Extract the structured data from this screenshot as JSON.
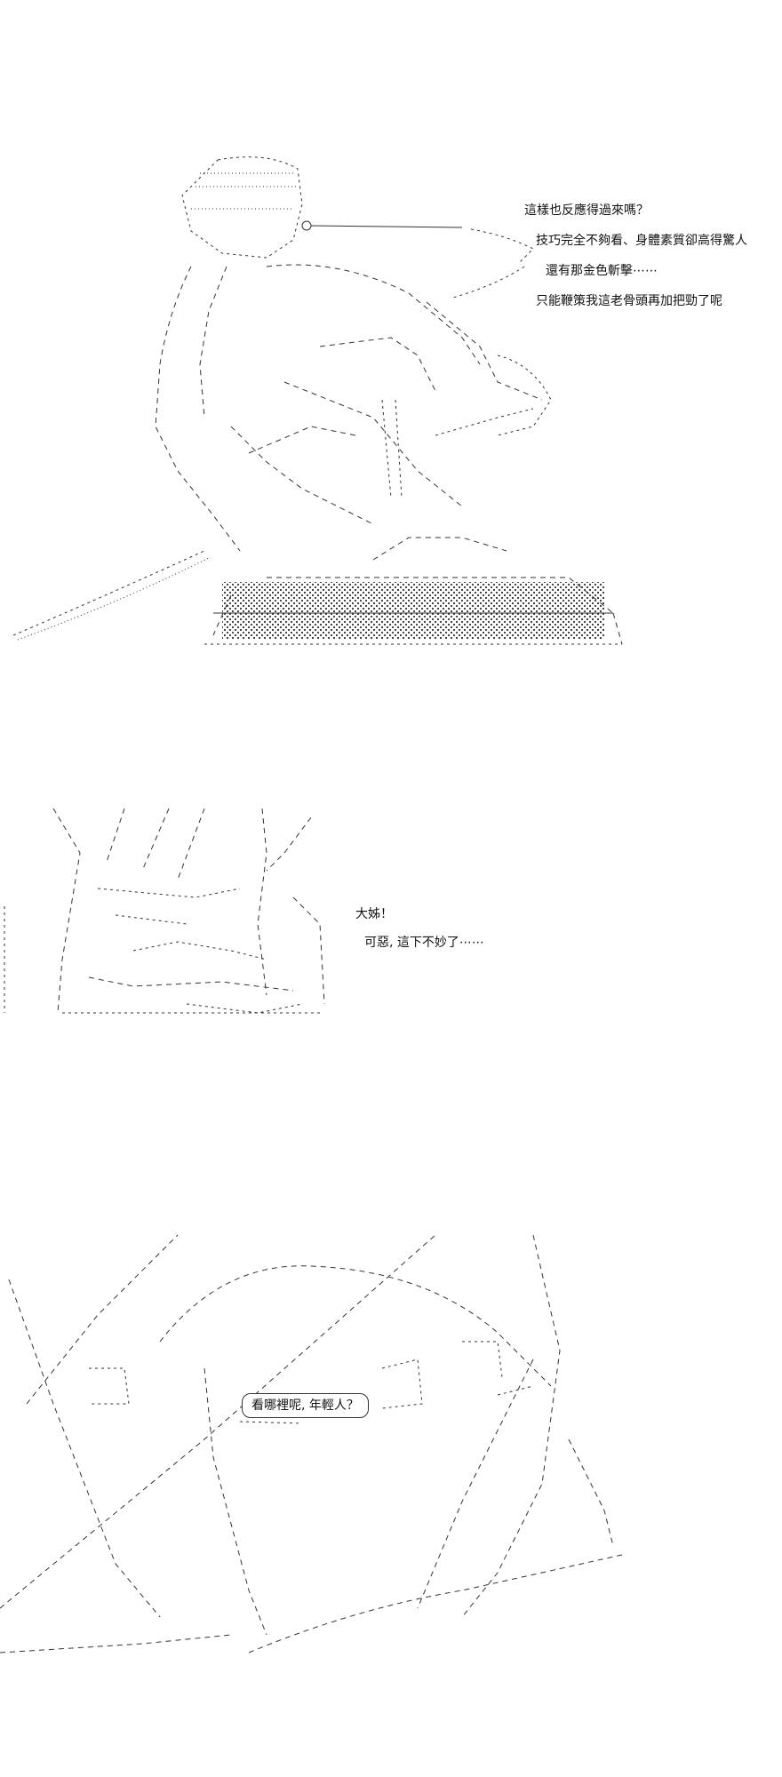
{
  "panel1": {
    "lines": [
      "這樣也反應得過來嗎？",
      "技巧完全不夠看、身體素質卻高得驚人",
      "還有那金色斬擊⋯⋯",
      "只能鞭策我這老骨頭再加把勁了呢"
    ]
  },
  "panel2": {
    "lines": [
      "大姊！",
      "可惡, 這下不妙了⋯⋯"
    ]
  },
  "panel3": {
    "speech": "看哪裡呢, 年輕人？"
  }
}
